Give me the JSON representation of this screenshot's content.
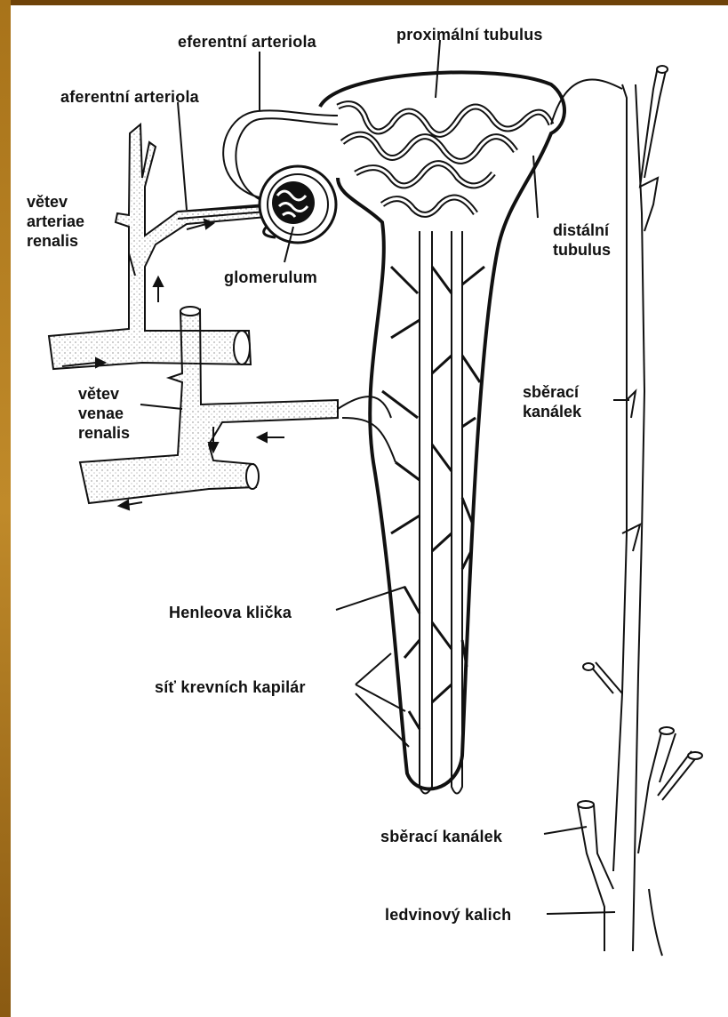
{
  "labels": {
    "eferentni_arteriola": "eferentní arteriola",
    "proximalni_tubulus": "proximální tubulus",
    "aferentni_arteriola": "aferentní arteriola",
    "vetev_arteriae": [
      "větev",
      "arteriae",
      "renalis"
    ],
    "glomerulum": "glomerulum",
    "distalni_tubulus": [
      "distální",
      "tubulus"
    ],
    "vetev_venae": [
      "větev",
      "venae",
      "renalis"
    ],
    "sberaci_kanalek_right": [
      "sběrací",
      "kanálek"
    ],
    "henleova_klicka": "Henleova klička",
    "sit_kapilar": "síť krevních kapilár",
    "sberaci_kanalek_bottom": "sběrací kanálek",
    "ledvinovy_kalich": "ledvinový kalich"
  },
  "colors": {
    "frame": "#9a6414",
    "paper": "#ffffff",
    "ink": "#111111"
  }
}
